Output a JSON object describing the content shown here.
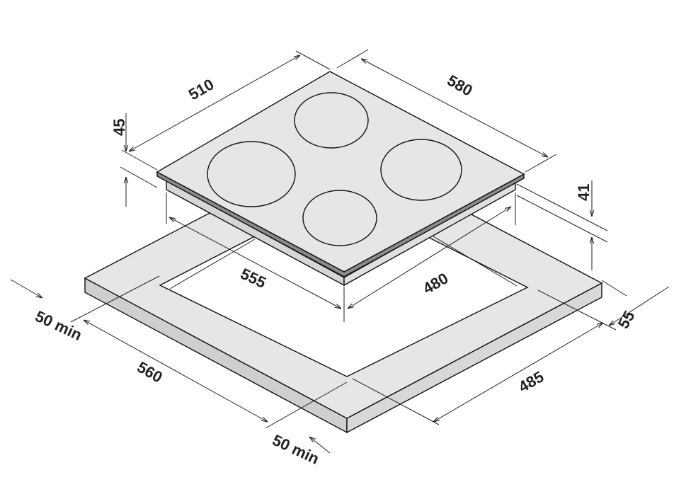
{
  "title": "Hob built-in dimensions",
  "colors": {
    "surface": "#e6e6e8",
    "side": "#cfcfd1",
    "glass_edge": "#8a8a8a",
    "line": "#222222"
  },
  "dimensions": {
    "hob_width": "510",
    "hob_depth": "580",
    "hob_height": "45",
    "body_height": "41",
    "cutout_width": "555",
    "cutout_depth": "480",
    "min_left_clearance": "50 min",
    "counter_width": "560",
    "counter_depth": "485",
    "counter_thickness": "55",
    "min_front_clearance": "50 min"
  }
}
